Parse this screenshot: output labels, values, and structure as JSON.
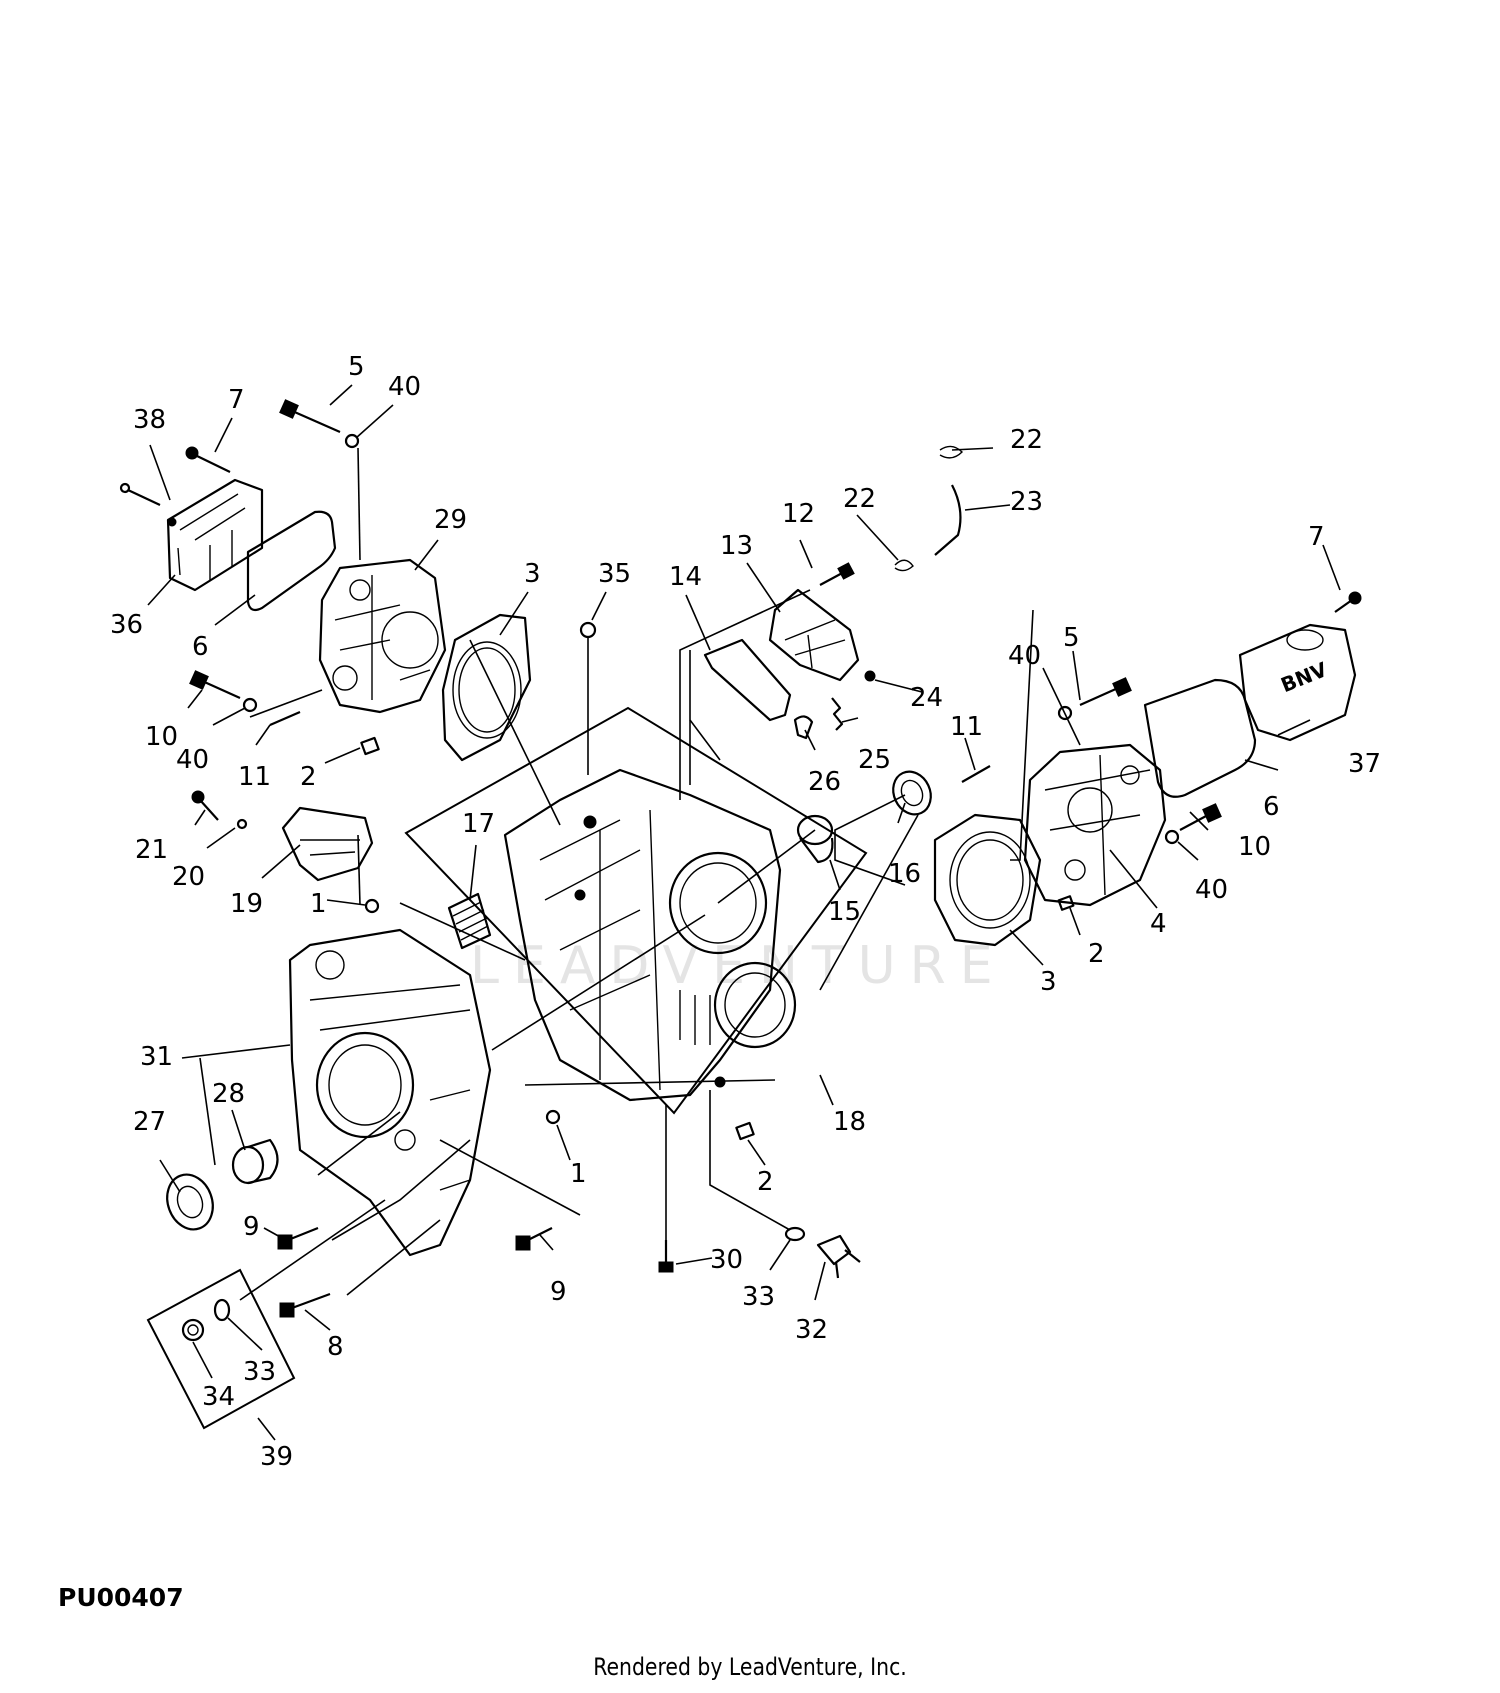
{
  "diagram_code": "PU00407",
  "render_credit": "Rendered by LeadVenture, Inc.",
  "watermark": "LEADVENTURE",
  "callouts": [
    {
      "id": "c38",
      "text": "38"
    },
    {
      "id": "c7a",
      "text": "7"
    },
    {
      "id": "c5a",
      "text": "5"
    },
    {
      "id": "c40a",
      "text": "40"
    },
    {
      "id": "c29",
      "text": "29"
    },
    {
      "id": "c3a",
      "text": "3"
    },
    {
      "id": "c35",
      "text": "35"
    },
    {
      "id": "c14",
      "text": "14"
    },
    {
      "id": "c13",
      "text": "13"
    },
    {
      "id": "c12",
      "text": "12"
    },
    {
      "id": "c22a",
      "text": "22"
    },
    {
      "id": "c22b",
      "text": "22"
    },
    {
      "id": "c23",
      "text": "23"
    },
    {
      "id": "c7b",
      "text": "7"
    },
    {
      "id": "c36",
      "text": "36"
    },
    {
      "id": "c6a",
      "text": "6"
    },
    {
      "id": "c10a",
      "text": "10"
    },
    {
      "id": "c40b",
      "text": "40"
    },
    {
      "id": "c11a",
      "text": "11"
    },
    {
      "id": "c2a",
      "text": "2"
    },
    {
      "id": "c24",
      "text": "24"
    },
    {
      "id": "c25",
      "text": "25"
    },
    {
      "id": "c26",
      "text": "26"
    },
    {
      "id": "c40c",
      "text": "40"
    },
    {
      "id": "c5b",
      "text": "5"
    },
    {
      "id": "c11b",
      "text": "11"
    },
    {
      "id": "c6b",
      "text": "6"
    },
    {
      "id": "c37",
      "text": "37"
    },
    {
      "id": "c21",
      "text": "21"
    },
    {
      "id": "c20",
      "text": "20"
    },
    {
      "id": "c19",
      "text": "19"
    },
    {
      "id": "c17",
      "text": "17"
    },
    {
      "id": "c16",
      "text": "16"
    },
    {
      "id": "c15",
      "text": "15"
    },
    {
      "id": "c10b",
      "text": "10"
    },
    {
      "id": "c40d",
      "text": "40"
    },
    {
      "id": "c1a",
      "text": "1"
    },
    {
      "id": "c4",
      "text": "4"
    },
    {
      "id": "c2b",
      "text": "2"
    },
    {
      "id": "c3b",
      "text": "3"
    },
    {
      "id": "c31",
      "text": "31"
    },
    {
      "id": "c28",
      "text": "28"
    },
    {
      "id": "c27",
      "text": "27"
    },
    {
      "id": "c18",
      "text": "18"
    },
    {
      "id": "c1b",
      "text": "1"
    },
    {
      "id": "c2c",
      "text": "2"
    },
    {
      "id": "c9a",
      "text": "9"
    },
    {
      "id": "c9b",
      "text": "9"
    },
    {
      "id": "c30",
      "text": "30"
    },
    {
      "id": "c33a",
      "text": "33"
    },
    {
      "id": "c32",
      "text": "32"
    },
    {
      "id": "c8",
      "text": "8"
    },
    {
      "id": "c33b",
      "text": "33"
    },
    {
      "id": "c34",
      "text": "34"
    },
    {
      "id": "c39",
      "text": "39"
    }
  ]
}
